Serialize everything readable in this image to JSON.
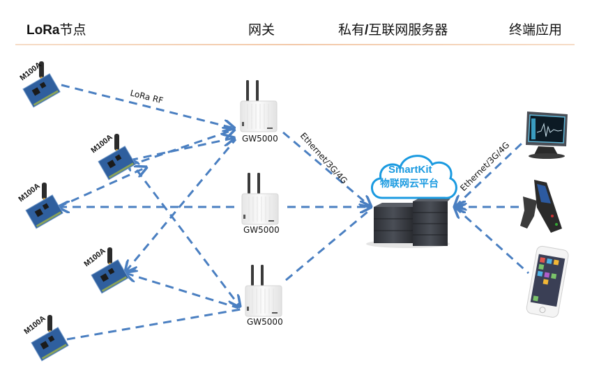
{
  "headers": {
    "nodes_bold": "LoRa",
    "nodes_rest": "节点",
    "gateway": "网关",
    "server_a": "私有",
    "server_sep": "/",
    "server_b": "互联网服务器",
    "apps": "终端应用"
  },
  "link_labels": {
    "lora": "LoRa RF",
    "backhaul": "Ethernet/3G/4G",
    "app": "Ethernet/3G/4G"
  },
  "nodes": [
    {
      "label": "M100A"
    },
    {
      "label": "M100A"
    },
    {
      "label": "M100A"
    },
    {
      "label": "M100A"
    },
    {
      "label": "M100A"
    }
  ],
  "gateways": [
    {
      "label": "GW5000"
    },
    {
      "label": "GW5000"
    },
    {
      "label": "GW5000"
    }
  ],
  "cloud": {
    "line1": "SmartKit",
    "line2": "物联网云平台"
  },
  "terminals": [
    {
      "name": "monitor"
    },
    {
      "name": "handheld-scanner"
    },
    {
      "name": "smartphone"
    }
  ],
  "colors": {
    "link": "#4a7fc1",
    "cloud": "#1a9ae0",
    "pcb": "#2f5f9e",
    "header_rule": "#f3c8a8"
  }
}
